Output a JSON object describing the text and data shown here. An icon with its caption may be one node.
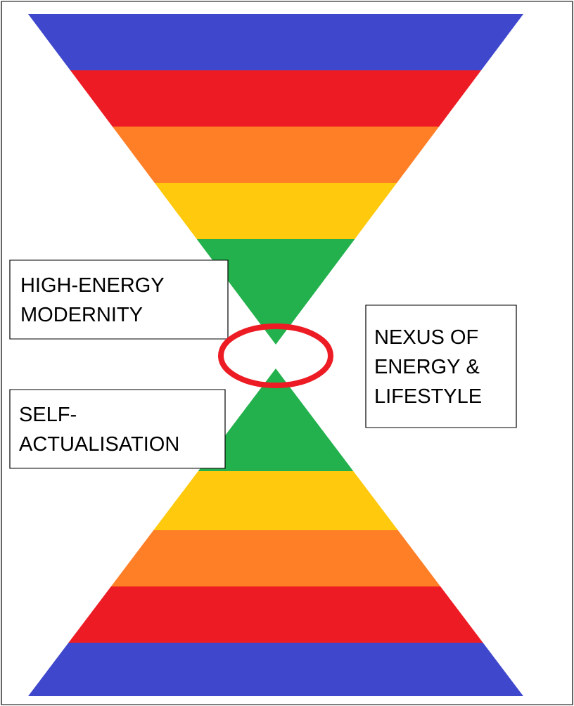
{
  "diagram": {
    "nodes": [
      {
        "text": [
          "HIGH-ENERGY MODERNITY"
        ]
      },
      {
        "text": [],
        "shape": "circle"
      },
      {
        "text": [
          "NEXUS OF ENERGY & LIFESTYLE"
        ]
      },
      {
        "text": [
          "SELF-ACTUALISATION"
        ]
      }
    ]
  }
}
